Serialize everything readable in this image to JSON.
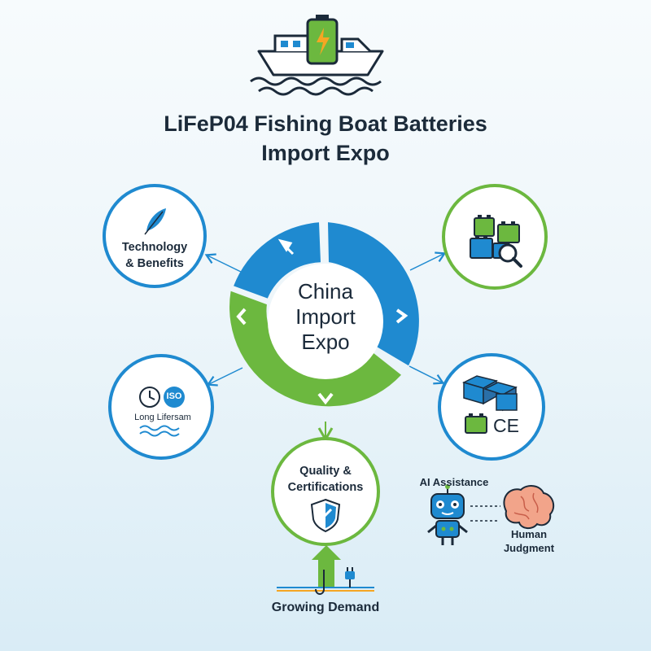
{
  "title": {
    "line1": "LiFeP04 Fishing Boat Batteries",
    "line2": "Import Expo"
  },
  "center": {
    "line1": "China",
    "line2": "Import",
    "line3": "Expo"
  },
  "nodes": {
    "technology": {
      "line1": "Technology",
      "line2": "& Benefits"
    },
    "lifespan": {
      "iso_badge": "ISO",
      "caption": "Long Lifersam"
    },
    "quality": {
      "line1": "Quality &",
      "line2": "Certifications"
    },
    "ce_mark": "CE"
  },
  "ai": {
    "assistance": "AI Assistance",
    "human_line1": "Human",
    "human_line2": "Judgment"
  },
  "demand": "Growing Demand",
  "colors": {
    "blue": "#1f8ad0",
    "green": "#6cb83f",
    "navy": "#1b2a3a",
    "ring_bg": "#ffffff"
  }
}
